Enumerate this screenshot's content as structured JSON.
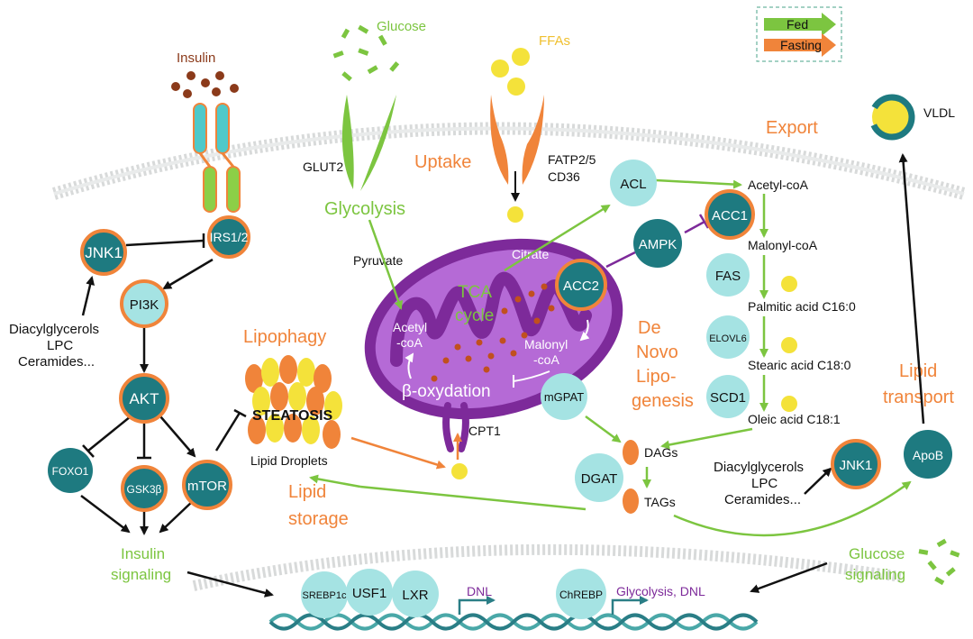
{
  "legend": {
    "fed": "Fed",
    "fasting": "Fasting"
  },
  "inputs": {
    "insulin": "Insulin",
    "glucose": "Glucose",
    "ffas": "FFAs",
    "glut2": "GLUT2",
    "fatp": "FATP2/5",
    "cd36": "CD36"
  },
  "processes": {
    "glycolysis": "Glycolysis",
    "uptake": "Uptake",
    "export": "Export",
    "lipophagy": "Lipophagy",
    "lipid_storage_1": "Lipid",
    "lipid_storage_2": "storage",
    "lipid_transport_1": "Lipid",
    "lipid_transport_2": "transport",
    "dnl_1": "De",
    "dnl_2": "Novo",
    "dnl_3": "Lipo-",
    "dnl_4": "genesis",
    "insulin_signaling_1": "Insulin",
    "insulin_signaling_2": "signaling",
    "glucose_signaling_1": "Glucose",
    "glucose_signaling_2": "signaling"
  },
  "nodes": {
    "irs": "IRS1/2",
    "jnk1_left": "JNK1",
    "pi3k": "PI3K",
    "akt": "AKT",
    "foxo1": "FOXO1",
    "gsk3b": "GSK3β",
    "mtor": "mTOR",
    "acl": "ACL",
    "ampk": "AMPK",
    "acc1": "ACC1",
    "acc2": "ACC2",
    "fas": "FAS",
    "elovl6": "ELOVL6",
    "scd1": "SCD1",
    "mgpat": "mGPAT",
    "dgat": "DGAT",
    "jnk1_right": "JNK1",
    "apob": "ApoB",
    "srebp1c": "SREBP1c",
    "usf1": "USF1",
    "lxr": "LXR",
    "chrebp": "ChREBP"
  },
  "metabolites": {
    "pyruvate": "Pyruvate",
    "citrate": "Citrate",
    "tca_1": "TCA",
    "tca_2": "cycle",
    "acetyl_coa_mito_1": "Acetyl",
    "acetyl_coa_mito_2": "-coA",
    "malonyl_coa_mito_1": "Malonyl",
    "malonyl_coa_mito_2": "-coA",
    "beta_ox": "β-oxydation",
    "cpt1": "CPT1",
    "acetyl_coa": "Acetyl-coA",
    "malonyl_coa": "Malonyl-coA",
    "palmitic": "Palmitic acid C16:0",
    "stearic": "Stearic acid C18:0",
    "oleic": "Oleic acid C18:1",
    "dags": "DAGs",
    "tags": "TAGs",
    "vldl": "VLDL",
    "steatosis": "STEATOSIS",
    "lipid_droplets": "Lipid Droplets"
  },
  "lipotoxic_left": [
    "Diacylglycerols",
    "LPC",
    "Ceramides..."
  ],
  "lipotoxic_right": [
    "Diacylglycerols",
    "LPC",
    "Ceramides..."
  ],
  "gene_targets": {
    "dnl": "DNL",
    "glyco_dnl": "Glycolysis, DNL"
  },
  "colors": {
    "fed": "#7cc540",
    "fasting": "#f0843a",
    "node_fill": "#1e7a80",
    "node_light": "#a5e3e3",
    "mito": "#7d2a9a",
    "mito_light": "#b56ad6",
    "dna": "#4aa8a8",
    "membrane": "#d8dada"
  }
}
